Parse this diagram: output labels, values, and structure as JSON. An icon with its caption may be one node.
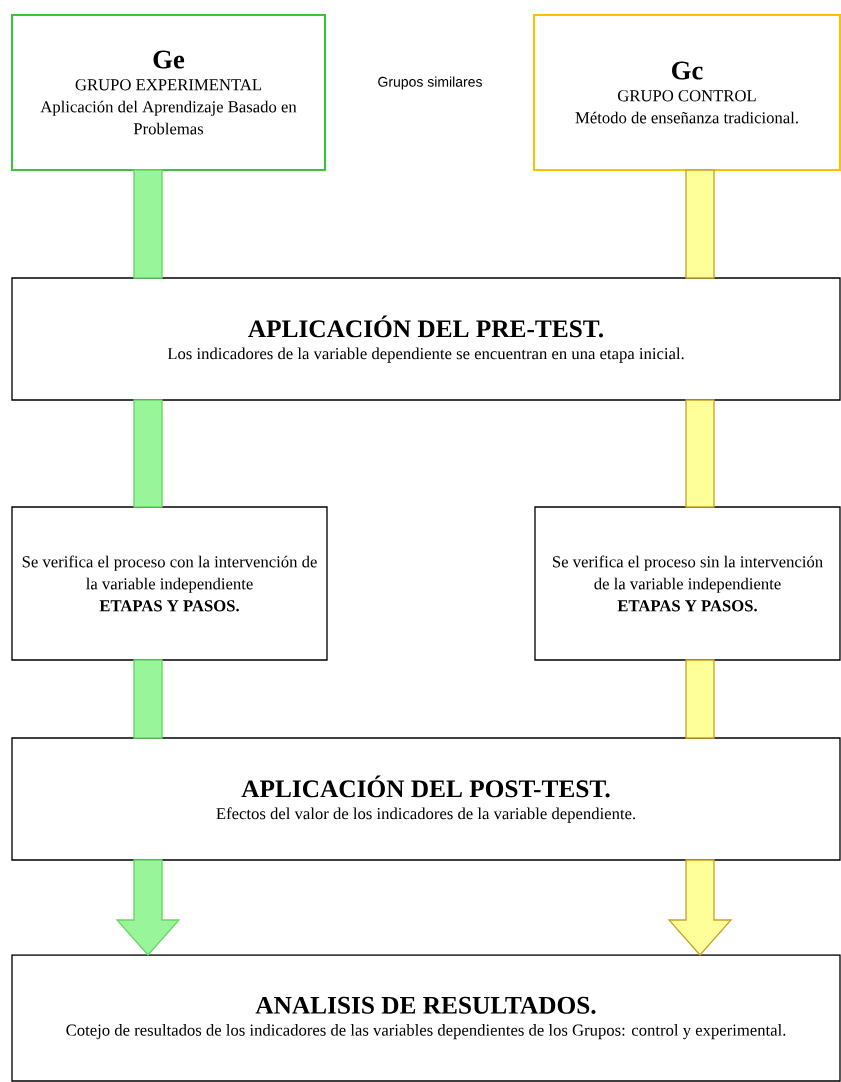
{
  "diagram": {
    "nodes": [
      {
        "text": [
          "Ge",
          "GRUPO EXPERIMENTAL",
          "Aplicación del Aprendizaje Basado en Problemas"
        ]
      },
      {
        "text": [
          "Gc",
          "GRUPO CONTROL",
          "Método de enseñanza tradicional."
        ]
      },
      {
        "text": [
          "APLICACIÓN DEL PRE-TEST.",
          "Los indicadores de la variable dependiente se encuentran en una etapa inicial."
        ]
      },
      {
        "text": [
          "Se verifica el proceso con la intervención de la variable independiente",
          "ETAPAS Y PASOS."
        ]
      },
      {
        "text": [
          "Se verifica el proceso sin la intervención de la variable independiente",
          "ETAPAS Y PASOS."
        ]
      },
      {
        "text": [
          "APLICACIÓN DEL POST-TEST.",
          "Efectos del valor de los indicadores de la variable dependiente."
        ]
      },
      {
        "text": [
          "ANALISIS DE RESULTADOS.",
          "Cotejo de resultados de los indicadores de las variables dependientes de los Grupos:  control y experimental."
        ]
      }
    ],
    "edges": [
      {
        "from": 0,
        "to": 2,
        "arrow": "none",
        "style": "thick",
        "color": "#99f599"
      },
      {
        "from": 1,
        "to": 2,
        "arrow": "none",
        "style": "thick",
        "color": "#ffff99"
      },
      {
        "from": 2,
        "to": 3,
        "arrow": "none",
        "style": "thick",
        "color": "#99f599"
      },
      {
        "from": 2,
        "to": 4,
        "arrow": "none",
        "style": "thick",
        "color": "#ffff99"
      },
      {
        "from": 3,
        "to": 5,
        "arrow": "none",
        "style": "thick",
        "color": "#99f599"
      },
      {
        "from": 4,
        "to": 5,
        "arrow": "none",
        "style": "thick",
        "color": "#ffff99"
      },
      {
        "from": 5,
        "to": 6,
        "arrow": "to",
        "style": "thick",
        "color": "#99f599"
      },
      {
        "from": 5,
        "to": 6,
        "arrow": "to",
        "style": "thick",
        "color": "#ffff99"
      }
    ],
    "labels": [
      "Grupos similares"
    ]
  }
}
